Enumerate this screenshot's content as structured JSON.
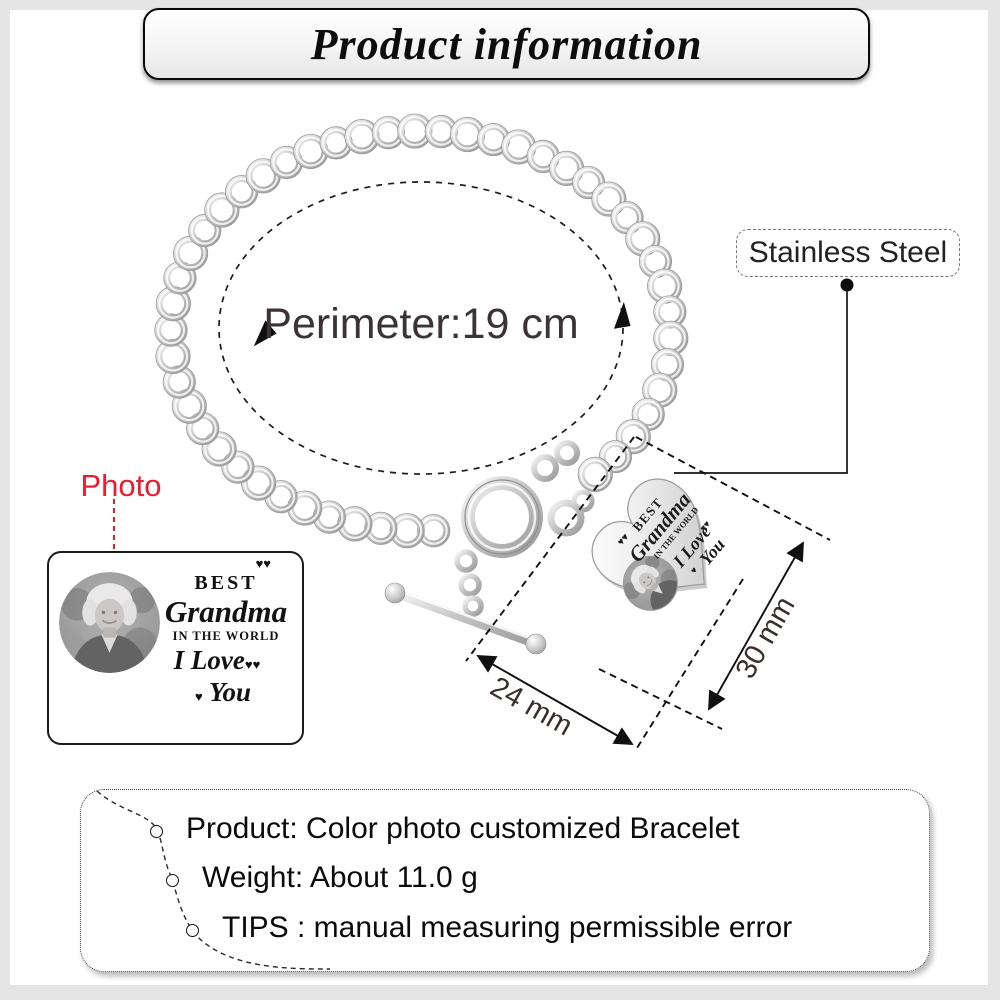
{
  "title": "Product information",
  "bracelet": {
    "perimeter_label": "Perimeter:19 cm",
    "material_label": "Stainless Steel",
    "photo_label": "Photo",
    "width_label": "24 mm",
    "height_label": "30 mm"
  },
  "pendant_card": {
    "line_best": "BEST",
    "line_grandma": "Grandma",
    "line_world": "IN THE WORLD",
    "line_love": "I Love",
    "line_you": "You"
  },
  "icons": {
    "heart": "♥",
    "heart_pair": "♥♥"
  },
  "info_box": {
    "items": [
      "Product: Color photo customized Bracelet",
      "Weight: About 11.0 g",
      "TIPS : manual measuring permissible error"
    ]
  },
  "colors": {
    "accent_red": "#ea1c2d",
    "frame_gray": "#e5e5e5",
    "silver": "#c9c9c9",
    "ink": "#111111"
  }
}
